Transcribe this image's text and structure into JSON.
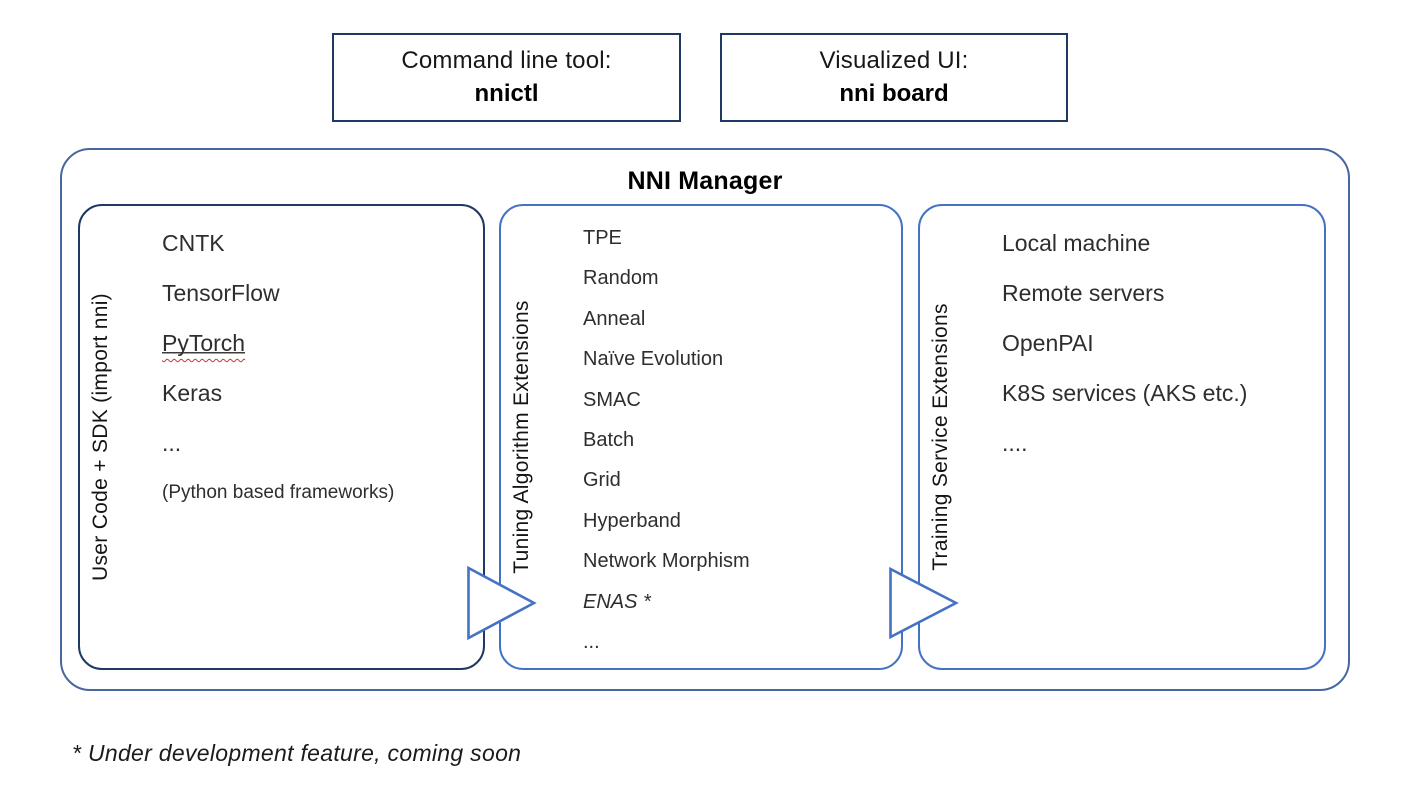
{
  "top_boxes": [
    {
      "label": "Command line tool:",
      "value": "nnictl"
    },
    {
      "label": "Visualized UI:",
      "value": "nni board"
    }
  ],
  "manager": {
    "title": "NNI Manager",
    "columns": [
      {
        "side_label": "User Code + SDK (import nni)",
        "items": [
          "CNTK",
          "TensorFlow",
          {
            "text": "PyTorch",
            "class": "u-wavy"
          },
          "Keras",
          "...",
          {
            "text": "(Python based frameworks)",
            "class": "u-small"
          }
        ]
      },
      {
        "side_label": "Tuning Algorithm Extensions",
        "items": [
          "TPE",
          "Random",
          "Anneal",
          "Naïve Evolution",
          "SMAC",
          "Batch",
          "Grid",
          "Hyperband",
          "Network Morphism",
          {
            "text": "ENAS *",
            "class": "u-italic"
          },
          "..."
        ]
      },
      {
        "side_label": "Training Service Extensions",
        "items": [
          "Local machine",
          "Remote servers",
          "OpenPAI",
          "K8S services (AKS etc.)",
          "...."
        ]
      }
    ]
  },
  "footnote": "* Under development feature, coming soon",
  "colors": {
    "outer_border": "#45689e",
    "dark_border": "#1f3864",
    "accent_border": "#4472c4",
    "wavy_red": "#c0392b"
  }
}
